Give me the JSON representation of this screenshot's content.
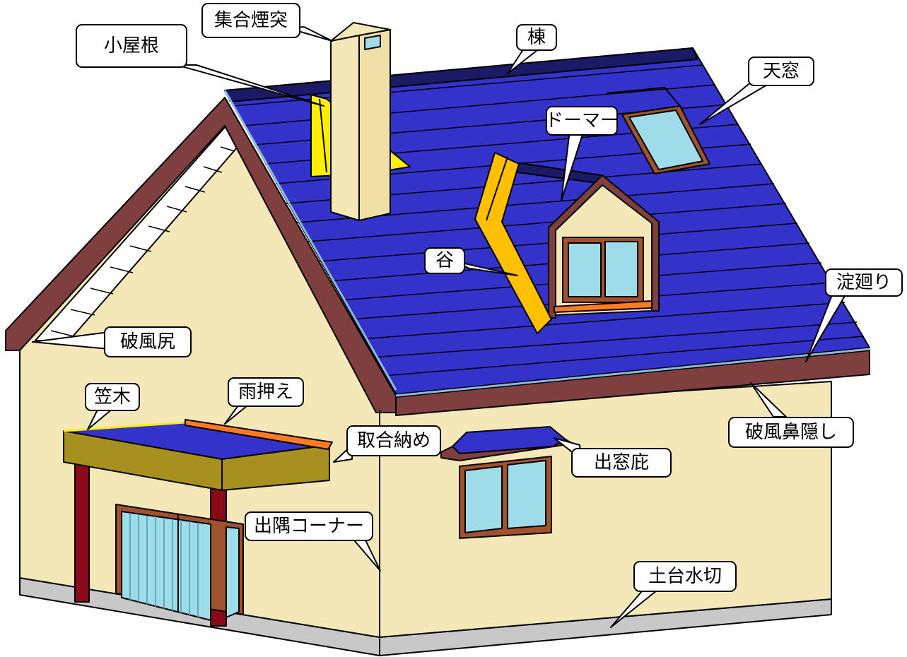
{
  "colors": {
    "roof": "#3333cc",
    "ridge": "#1a1a66",
    "trim": "#7f3f3f",
    "wall": "#f5e8b8",
    "yellow": "#ffee00",
    "gutter": "#ffc000",
    "glass": "#9fdcea",
    "frame": "#a0522d",
    "olive": "#a89020",
    "post": "#8b0a1a",
    "orange": "#ff7a20",
    "base": "#c8c8c8"
  },
  "labels": {
    "koyane": "小屋根",
    "chimney": "集合煙突",
    "ridge": "棟",
    "skylight": "天窓",
    "dormer": "ドーマー",
    "valley": "谷",
    "yodomawari": "淀廻り",
    "hafujiri": "破風尻",
    "kasagi": "笠木",
    "amaosae": "雨押え",
    "toriai": "取合納め",
    "demado": "出窓庇",
    "hafubana": "破風鼻隠し",
    "corner": "出隅コーナー",
    "dodai": "土台水切"
  }
}
